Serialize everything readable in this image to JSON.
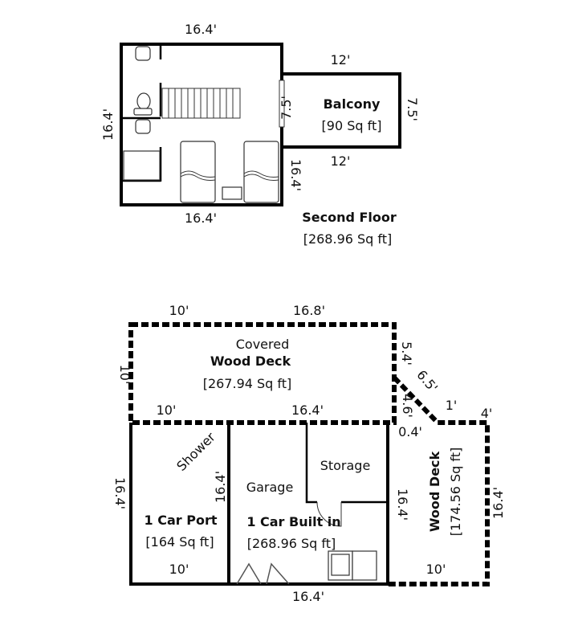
{
  "second_floor": {
    "title": "Second Floor",
    "area": "[268.96 Sq ft]",
    "dims": {
      "top": "16.4'",
      "bottom": "16.4'",
      "left": "16.4'",
      "right": "16.4'"
    },
    "balcony": {
      "label": "Balcony",
      "area": "[90 Sq ft]",
      "top": "12'",
      "bottom": "12'",
      "left": "7.5'",
      "right": "7.5'"
    }
  },
  "first_floor": {
    "covered_deck": {
      "line1": "Covered",
      "line2": "Wood Deck",
      "area": "[267.94 Sq ft]",
      "top_left": "10'",
      "top_right": "16.8'",
      "left": "10'",
      "bottom_left": "10'",
      "bottom_right": "16.4'",
      "right": "5.4'",
      "diag": "6.5'",
      "diag_inner": "4.6'"
    },
    "car_port": {
      "label": "1 Car Port",
      "area": "[164 Sq ft]",
      "left": "16.4'",
      "bottom": "10'",
      "shower": "Shower",
      "divider": "16.4'"
    },
    "garage": {
      "label": "Garage",
      "title": "1 Car Built in",
      "area": "[268.96 Sq ft]",
      "storage": "Storage",
      "right": "16.4'",
      "bottom": "16.4'"
    },
    "wood_deck": {
      "label": "Wood Deck",
      "area": "[174.56 Sq ft]",
      "gap": "0.4'",
      "top_a": "1'",
      "top_b": "4'",
      "right": "16.4'",
      "bottom": "10'"
    }
  }
}
